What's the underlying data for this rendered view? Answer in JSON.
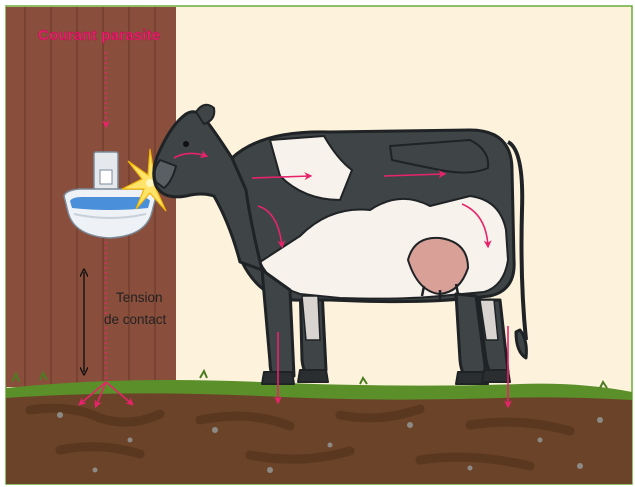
{
  "labels": {
    "title": "Courant parasite",
    "tension_line1": "Tension",
    "tension_line2": "de contact"
  },
  "colors": {
    "accent_arrows": "#e8236b",
    "wall": "#8a4f3c",
    "background": "#fdf3dc",
    "grass": "#5a8f29",
    "soil": "#6b4328",
    "frame": "#6aaa3a",
    "cow_black": "#3f4447",
    "cow_white": "#f7f2ec",
    "udder": "#d9a097",
    "water": "#4a8fd9"
  },
  "icons": [
    "water-bowl-icon",
    "spark-icon",
    "double-arrow-icon"
  ]
}
